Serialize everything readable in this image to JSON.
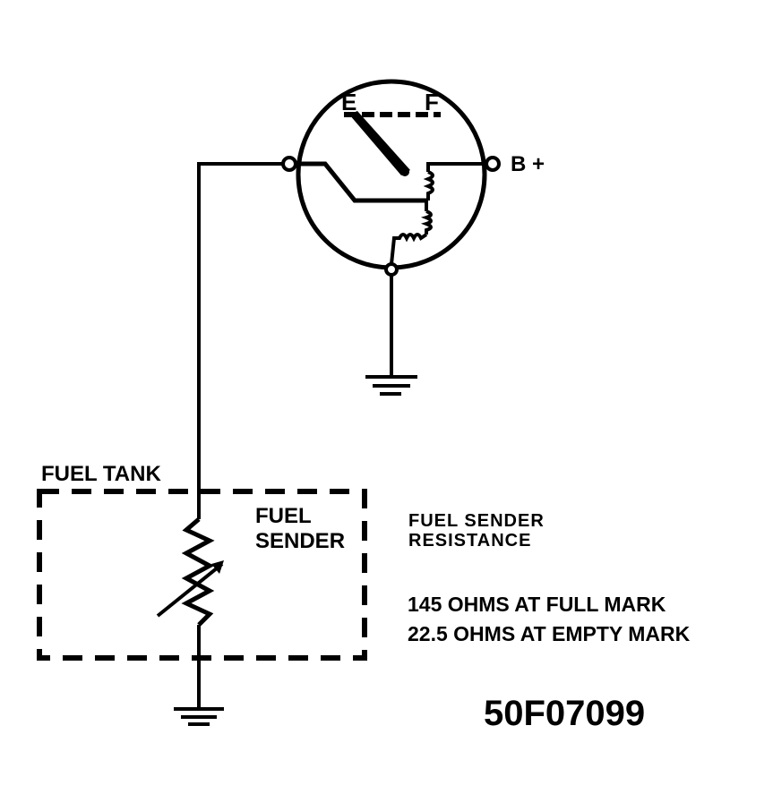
{
  "gauge": {
    "empty_label": "E",
    "full_label": "F",
    "battery_label": "B +"
  },
  "tank": {
    "label": "FUEL TANK",
    "sender_line1": "FUEL",
    "sender_line2": "SENDER"
  },
  "spec": {
    "heading_line1": "FUEL SENDER",
    "heading_line2": "RESISTANCE",
    "full_mark": "145 OHMS AT FULL MARK",
    "empty_mark": "22.5 OHMS AT EMPTY MARK"
  },
  "figure_id": "50F07099",
  "colors": {
    "ink": "#000000",
    "paper": "#ffffff"
  }
}
